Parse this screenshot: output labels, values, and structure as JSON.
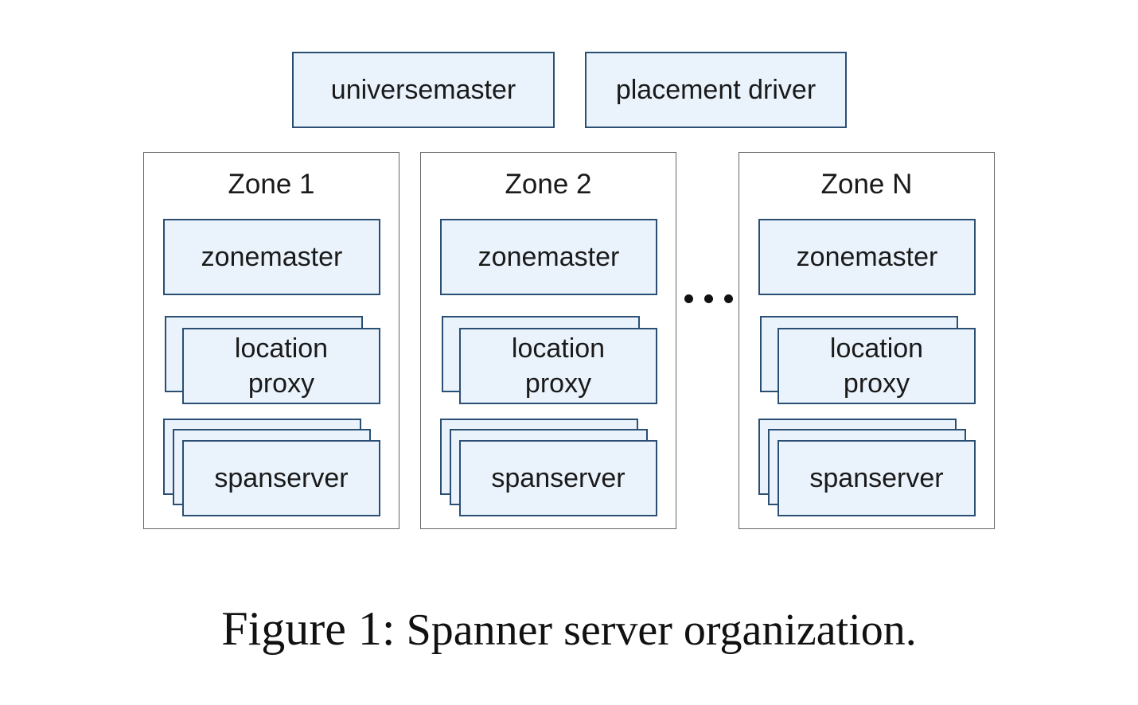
{
  "top_boxes": {
    "universemaster": "universemaster",
    "placement_driver": "placement driver"
  },
  "zones": [
    {
      "title": "Zone 1",
      "zonemaster": "zonemaster",
      "location_proxy_line1": "location",
      "location_proxy_line2": "proxy",
      "spanserver": "spanserver"
    },
    {
      "title": "Zone 2",
      "zonemaster": "zonemaster",
      "location_proxy_line1": "location",
      "location_proxy_line2": "proxy",
      "spanserver": "spanserver"
    },
    {
      "title": "Zone N",
      "zonemaster": "zonemaster",
      "location_proxy_line1": "location",
      "location_proxy_line2": "proxy",
      "spanserver": "spanserver"
    }
  ],
  "caption": {
    "figure_number": "Figure 1:",
    "text": "Spanner server organization."
  }
}
